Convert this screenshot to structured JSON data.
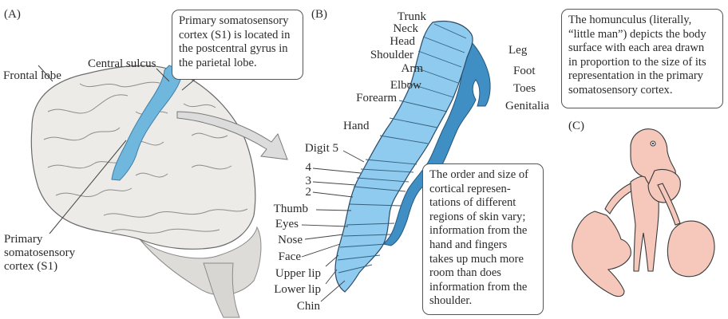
{
  "panels": {
    "a": "(A)",
    "b": "(B)",
    "c": "(C)"
  },
  "brain": {
    "labels": {
      "frontal_lobe": "Frontal lobe",
      "central_sulcus": "Central sulcus",
      "s1_line1": "Primary",
      "s1_line2": "somatosensory",
      "s1_line3": "cortex (S1)"
    },
    "callout_lines": [
      "Primary somatosensory",
      "cortex (S1) is located in",
      "the postcentral gyrus in",
      "the parietal lobe."
    ],
    "highlight_color": "#6fb7dd",
    "brain_color": "#ecebe8"
  },
  "cortex_map": {
    "top_labels": [
      "Trunk",
      "Neck",
      "Head",
      "Shoulder",
      "Arm",
      "Elbow",
      "Forearm",
      "Hand"
    ],
    "left_labels": [
      "Digit 5",
      "4",
      "3",
      "2",
      "Thumb",
      "Eyes",
      "Nose",
      "Face",
      "Upper lip",
      "Lower lip",
      "Chin"
    ],
    "right_labels": [
      "Leg",
      "Foot",
      "Toes",
      "Genitalia"
    ],
    "callout_lines": [
      "The order and size of",
      "cortical represen-",
      "tations of different",
      "regions of skin vary;",
      "information from the",
      "hand and fingers",
      "takes up much more",
      "room than does",
      "information from the",
      "shoulder."
    ],
    "fill_color": "#8ecbee",
    "dark_color": "#3f8ec4"
  },
  "homunculus": {
    "callout_lines": [
      "The homunculus (literally,",
      "“little man”) depicts the body",
      "surface with each area drawn",
      "in proportion to the size of its",
      "representation in the primary",
      "somatosensory cortex."
    ],
    "skin_color": "#f6c8bb"
  }
}
